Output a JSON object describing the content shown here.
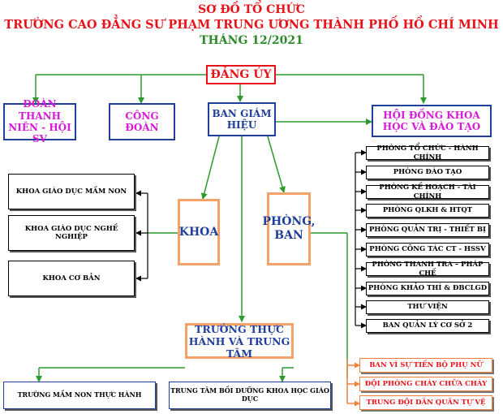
{
  "header": {
    "line1": "SƠ ĐỒ TỔ CHỨC",
    "line2": "TRƯỜNG CAO ĐẲNG SƯ PHẠM TRUNG ƯƠNG THÀNH PHỐ HỒ CHÍ MINH",
    "line3": "THÁNG 12/2021"
  },
  "top": {
    "dang_uy": "ĐẢNG ỦY",
    "doan_thanh_nien": "ĐOÀN THANH NIÊN - HỘI SV",
    "cong_doan": "CÔNG ĐOÀN",
    "ban_giam_hieu": "BAN GIÁM HIỆU",
    "hoi_dong": "HỘI ĐỒNG KHOA HỌC VÀ ĐÀO TẠO"
  },
  "khoa": {
    "label": "KHOA",
    "items": [
      "KHOA GIÁO DỤC MẦM NON",
      "KHOA GIÁO DỤC NGHỀ NGHIỆP",
      "KHOA CƠ BẢN"
    ]
  },
  "phong_ban": {
    "label": "PHÒNG, BAN",
    "items": [
      "PHÒNG TỔ CHỨC - HÀNH CHÍNH",
      "PHÒNG ĐÀO TẠO",
      "PHÒNG KẾ HOẠCH - TÀI CHÍNH",
      "PHÒNG QLKH & HTQT",
      "PHÒNG QUẢN TRỊ - THIẾT BỊ",
      "PHÒNG CÔNG TÁC CT - HSSV",
      "PHÒNG THANH TRA – PHÁP CHẾ",
      "PHÒNG KHẢO THÍ & ĐBCLGD",
      "THƯ VIỆN",
      "BAN QUẢN LÝ CƠ SỞ 2"
    ]
  },
  "special": {
    "items": [
      "BAN VÌ SỰ TIẾN BỘ PHỤ NỮ",
      "ĐỘI PHÒNG CHÁY CHỮA CHÁY",
      "TRUNG ĐỘI DÂN QUÂN TỰ VỆ"
    ]
  },
  "truong_thuc_hanh": {
    "label": "TRƯỜNG THỰC HÀNH VÀ TRUNG TÂM",
    "items": [
      "TRƯỜNG MẦM NON THỰC HÀNH",
      "TRUNG TÂM BỒI DƯỠNG KHOA HỌC GIÁO DỤC"
    ]
  },
  "colors": {
    "green_line": "#2e9a2e",
    "black_line": "#000000",
    "orange_line": "#f0803c",
    "red": "#e8131a",
    "magenta": "#d81ad8",
    "navy": "#1f3f9a"
  }
}
